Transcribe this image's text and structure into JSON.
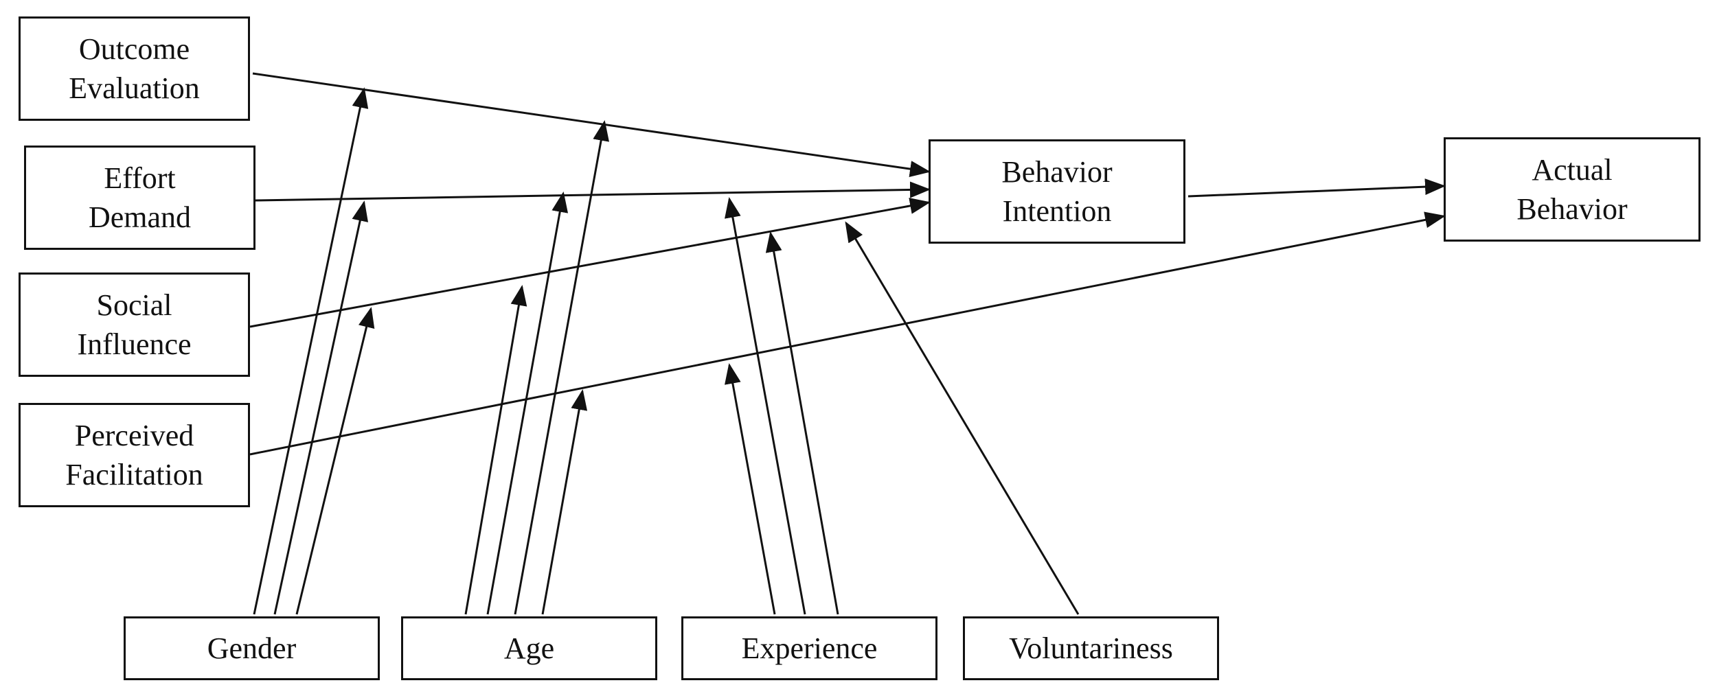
{
  "predictors": {
    "outcome_evaluation": {
      "line1": "Outcome",
      "line2": "Evaluation"
    },
    "effort_demand": {
      "line1": "Effort",
      "line2": "Demand"
    },
    "social_influence": {
      "line1": "Social",
      "line2": "Influence"
    },
    "perceived_facilitation": {
      "line1": "Perceived",
      "line2": "Facilitation"
    }
  },
  "outcomes": {
    "behavior_intention": {
      "line1": "Behavior",
      "line2": "Intention"
    },
    "actual_behavior": {
      "line1": "Actual",
      "line2": "Behavior"
    }
  },
  "moderators": {
    "gender": "Gender",
    "age": "Age",
    "experience": "Experience",
    "voluntariness": "Voluntariness"
  },
  "colors": {
    "line": "#111111",
    "box_border": "#111111",
    "background": "#ffffff",
    "text": "#111111"
  }
}
